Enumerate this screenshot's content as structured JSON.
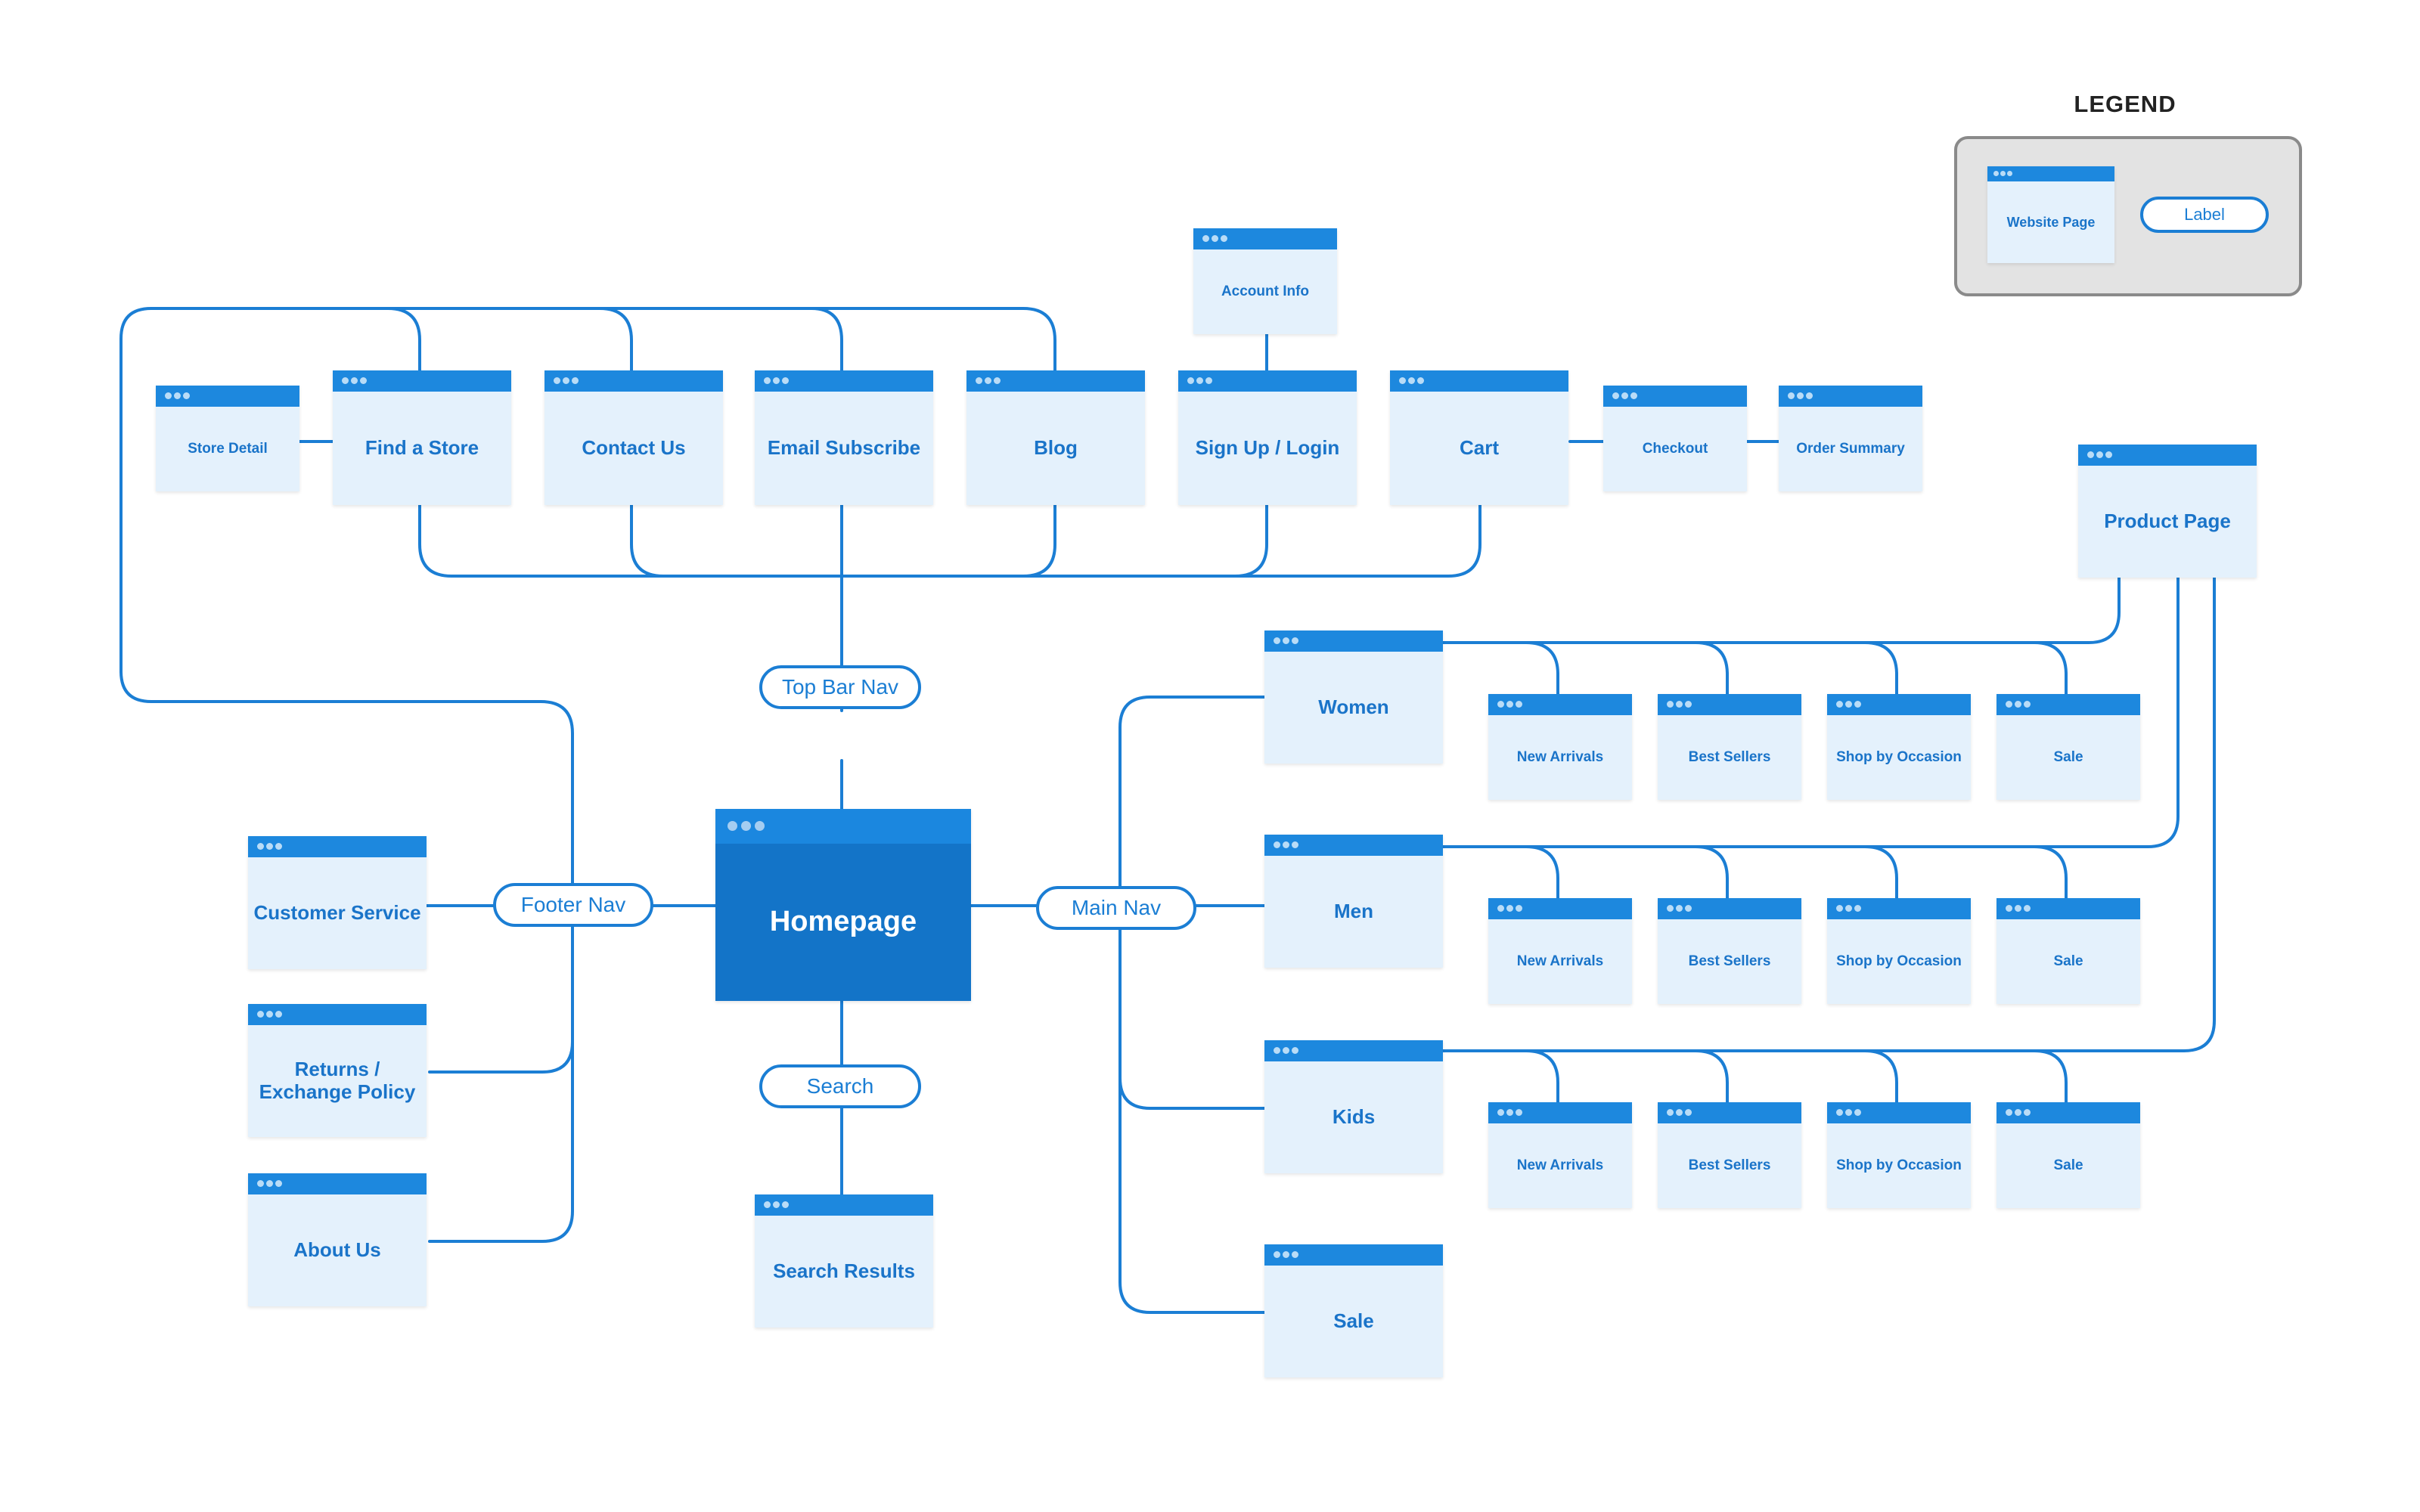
{
  "colors": {
    "connector": "#1b7ed4",
    "page_fill": "#e4f1fc",
    "page_bar": "#1d88de",
    "homepage_fill": "#1374c8",
    "legend_fill": "#e3e3e3"
  },
  "homepage": "Homepage",
  "labels": {
    "top_bar_nav": "Top Bar Nav",
    "footer_nav": "Footer Nav",
    "main_nav": "Main Nav",
    "search": "Search"
  },
  "top_bar": {
    "store_detail": "Store Detail",
    "find_a_store": "Find a Store",
    "contact_us": "Contact Us",
    "email_subscribe": "Email Subscribe",
    "blog": "Blog",
    "sign_up_login": "Sign Up / Login",
    "account_info": "Account Info",
    "cart": "Cart",
    "checkout": "Checkout",
    "order_summary": "Order Summary"
  },
  "footer": {
    "customer_service": "Customer Service",
    "returns_exchange": "Returns / Exchange Policy",
    "about_us": "About Us"
  },
  "search_results": "Search Results",
  "product_page": "Product Page",
  "main_nav": {
    "categories": [
      {
        "label": "Women",
        "subpages": [
          "New Arrivals",
          "Best Sellers",
          "Shop by Occasion",
          "Sale"
        ]
      },
      {
        "label": "Men",
        "subpages": [
          "New Arrivals",
          "Best Sellers",
          "Shop by Occasion",
          "Sale"
        ]
      },
      {
        "label": "Kids",
        "subpages": [
          "New Arrivals",
          "Best Sellers",
          "Shop by Occasion",
          "Sale"
        ]
      },
      {
        "label": "Sale",
        "subpages": []
      }
    ]
  },
  "legend": {
    "title": "LEGEND",
    "website_page": "Website Page",
    "label": "Label"
  }
}
